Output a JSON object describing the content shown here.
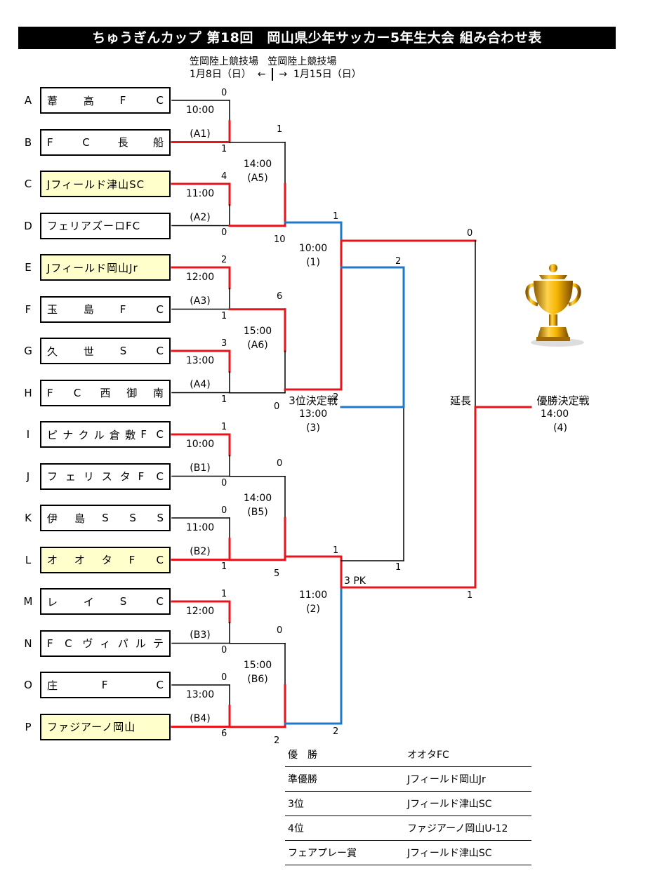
{
  "title": "ちゅうぎんカップ 第18回　岡山県少年サッカー5年生大会 組み合わせ表",
  "venue": {
    "left_name": "笠岡陸上競技場",
    "left_date": "1月8日（日）",
    "left_arrow": "←",
    "right_name": "笠岡陸上競技場",
    "right_date": "1月15日（日）",
    "right_arrow": "→"
  },
  "teams": [
    {
      "letter": "A",
      "chars": [
        "葦",
        "高",
        "F",
        "C"
      ],
      "highlight": false
    },
    {
      "letter": "B",
      "chars": [
        "F",
        "C",
        "長",
        "船"
      ],
      "highlight": false
    },
    {
      "letter": "C",
      "chars": [
        "Jフィールド津山SC"
      ],
      "highlight": true
    },
    {
      "letter": "D",
      "chars": [
        "フェリアズーロFC"
      ],
      "highlight": false
    },
    {
      "letter": "E",
      "chars": [
        "Jフィールド岡山Jr"
      ],
      "highlight": true
    },
    {
      "letter": "F",
      "chars": [
        "玉",
        "島",
        "F",
        "C"
      ],
      "highlight": false
    },
    {
      "letter": "G",
      "chars": [
        "久",
        "世",
        "S",
        "C"
      ],
      "highlight": false
    },
    {
      "letter": "H",
      "chars": [
        "F",
        "C",
        "西",
        "御",
        "南"
      ],
      "highlight": false
    },
    {
      "letter": "I",
      "chars": [
        "ピ",
        "ナ",
        "ク",
        "ル",
        "倉",
        "敷",
        "F",
        "C"
      ],
      "highlight": false
    },
    {
      "letter": "J",
      "chars": [
        "フ",
        "ェ",
        "リ",
        "ス",
        "タ",
        "F",
        "C"
      ],
      "highlight": false
    },
    {
      "letter": "K",
      "chars": [
        "伊",
        "島",
        "S",
        "S",
        "S"
      ],
      "highlight": false
    },
    {
      "letter": "L",
      "chars": [
        "オ",
        "オ",
        "タ",
        "F",
        "C"
      ],
      "highlight": true
    },
    {
      "letter": "M",
      "chars": [
        "レ",
        "イ",
        "S",
        "C"
      ],
      "highlight": false
    },
    {
      "letter": "N",
      "chars": [
        "F",
        "C",
        "ヴ",
        "ィ",
        "パ",
        "ル",
        "テ"
      ],
      "highlight": false
    },
    {
      "letter": "O",
      "chars": [
        "庄",
        "F",
        "C"
      ],
      "highlight": false
    },
    {
      "letter": "P",
      "chars": [
        "ファジアーノ岡山"
      ],
      "highlight": true
    }
  ],
  "round1": [
    {
      "id": "(A1)",
      "time": "10:00",
      "top_score": "0",
      "bottom_score": "1",
      "winner": "bottom"
    },
    {
      "id": "(A2)",
      "time": "11:00",
      "top_score": "4",
      "bottom_score": "0",
      "winner": "top"
    },
    {
      "id": "(A3)",
      "time": "12:00",
      "top_score": "2",
      "bottom_score": "1",
      "winner": "top"
    },
    {
      "id": "(A4)",
      "time": "13:00",
      "top_score": "3",
      "bottom_score": "1",
      "winner": "top"
    },
    {
      "id": "(B1)",
      "time": "10:00",
      "top_score": "1",
      "bottom_score": "0",
      "winner": "top"
    },
    {
      "id": "(B2)",
      "time": "11:00",
      "top_score": "0",
      "bottom_score": "1",
      "winner": "bottom"
    },
    {
      "id": "(B3)",
      "time": "12:00",
      "top_score": "1",
      "bottom_score": "0",
      "winner": "top"
    },
    {
      "id": "(B4)",
      "time": "13:00",
      "top_score": "0",
      "bottom_score": "6",
      "winner": "bottom"
    }
  ],
  "round2": [
    {
      "id": "(A5)",
      "time": "14:00",
      "top_score": "1",
      "bottom_score": "10",
      "winner": "bottom"
    },
    {
      "id": "(A6)",
      "time": "15:00",
      "top_score": "6",
      "bottom_score": "0",
      "winner": "top"
    },
    {
      "id": "(B5)",
      "time": "14:00",
      "top_score": "0",
      "bottom_score": "5",
      "winner": "bottom"
    },
    {
      "id": "(B6)",
      "time": "15:00",
      "top_score": "0",
      "bottom_score": "2",
      "winner": "bottom"
    }
  ],
  "semis": [
    {
      "id": "(1)",
      "time": "10:00",
      "top_score": "1",
      "bottom_score": "2",
      "winner": "bottom"
    },
    {
      "id": "(2)",
      "time": "11:00",
      "top_score": "1",
      "bottom_score": "2",
      "pk": "3 PK",
      "winner": "top"
    }
  ],
  "third_place": {
    "label": "3位決定戦",
    "time": "13:00",
    "id": "(3)",
    "top_score": "2",
    "bottom_score": "1",
    "winner": "top"
  },
  "final": {
    "label": "優勝決定戦",
    "time": "14:00",
    "id": "(4)",
    "top_score": "0",
    "bottom_score": "1",
    "extra": "延長",
    "winner": "bottom"
  },
  "colors": {
    "winner_line": "#e8141c",
    "third_place_line": "#1f78c8",
    "normal_line": "#000000",
    "highlight_bg": "#ffffcc"
  },
  "results": [
    {
      "label": "優　勝",
      "team": "オオタFC"
    },
    {
      "label": "準優勝",
      "team": "Jフィールド岡山Jr"
    },
    {
      "label": "3位",
      "team": "Jフィールド津山SC"
    },
    {
      "label": "4位",
      "team": "ファジアーノ岡山U-12"
    },
    {
      "label": "フェアプレー賞",
      "team": "Jフィールド津山SC"
    }
  ],
  "trophy_icon": "trophy-icon"
}
